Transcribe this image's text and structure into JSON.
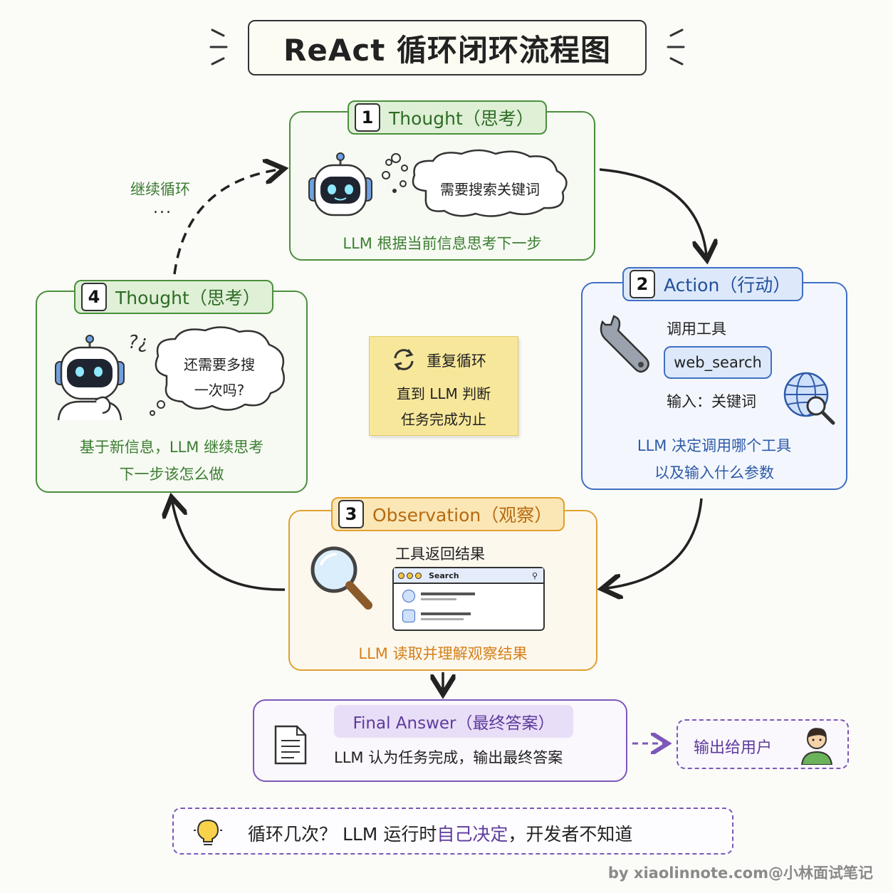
{
  "title": "ReAct 循环闭环流程图",
  "step1": {
    "num": "1",
    "label": "Thought（思考）",
    "bubble": "需要搜索关键词",
    "caption": "LLM 根据当前信息思考下一步"
  },
  "step2": {
    "num": "2",
    "label": "Action（行动）",
    "tool_title": "调用工具",
    "tool_name": "web_search",
    "input_label": "输入：关键词",
    "caption_line1": "LLM 决定调用哪个工具",
    "caption_line2": "以及输入什么参数"
  },
  "step3": {
    "num": "3",
    "label": "Observation（观察）",
    "result_title": "工具返回结果",
    "search_bar": "Search",
    "caption": "LLM 读取并理解观察结果"
  },
  "step4": {
    "num": "4",
    "label": "Thought（思考）",
    "bubble_line1": "还需要多搜",
    "bubble_line2": "一次吗?",
    "caption_line1": "基于新信息，LLM 继续思考",
    "caption_line2": "下一步该怎么做"
  },
  "center": {
    "title": "重复循环",
    "line1": "直到 LLM 判断",
    "line2": "任务完成为止"
  },
  "loop": {
    "label": "继续循环",
    "dots": "..."
  },
  "final": {
    "label": "Final Answer（最终答案）",
    "text": "LLM 认为任务完成，输出最终答案"
  },
  "output": {
    "label": "输出给用户"
  },
  "tip": {
    "prefix": "循环几次？ LLM 运行时",
    "highlight": "自己决定",
    "suffix": "，开发者不知道"
  },
  "watermark": "by xiaolinnote.com@小林面试笔记",
  "colors": {
    "green": "#4a8f3c",
    "blue": "#3f6fc4",
    "orange": "#e0a030",
    "purple": "#7c58b8",
    "yellow": "#f7e79a"
  }
}
